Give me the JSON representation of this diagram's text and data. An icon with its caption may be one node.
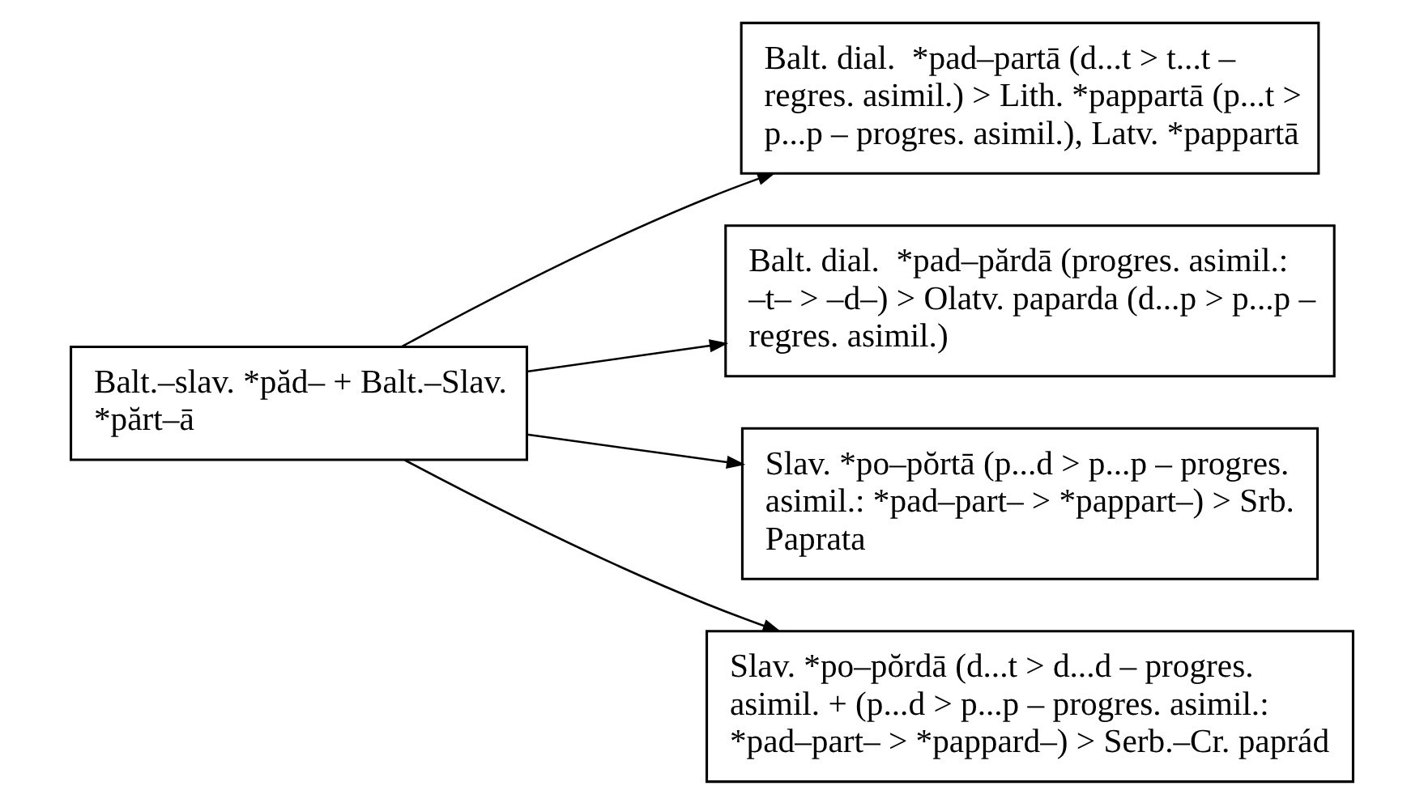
{
  "diagram": {
    "nodes": [
      {
        "text": [
          "Balt.–slav. *păd– + Balt.–Slav. *părt–ā"
        ]
      },
      {
        "text": [
          "Balt. dial.  *pad–partā (d...t > t...t – regres. asimil.) > Lith. *pappartā (p...t > p...p – progres. asimil.), Latv. *pappartā"
        ]
      },
      {
        "text": [
          "Balt. dial.  *pad–părdā (progres. asimil.: –t– > –d–) > Olatv. paparda (d...p > p...p – regres. asimil.)"
        ]
      },
      {
        "text": [
          "Slav. *po–pŏrtā (p...d > p...p – progres. asimil.: *pad–part– > *pappart–) > Srb. Paprata"
        ]
      },
      {
        "text": [
          "Slav. *po–pŏrdā (d...t > d...d – progres. asimil. + (p...d > p...p – progres. asimil.: *pad–part– > *pappard–) > Serb.–Cr. paprád"
        ]
      }
    ],
    "edges": [
      {
        "from": 0,
        "to": 1,
        "arrow": "to"
      },
      {
        "from": 0,
        "to": 2,
        "arrow": "to"
      },
      {
        "from": 0,
        "to": 3,
        "arrow": "to"
      },
      {
        "from": 0,
        "to": 4,
        "arrow": "to"
      }
    ]
  }
}
